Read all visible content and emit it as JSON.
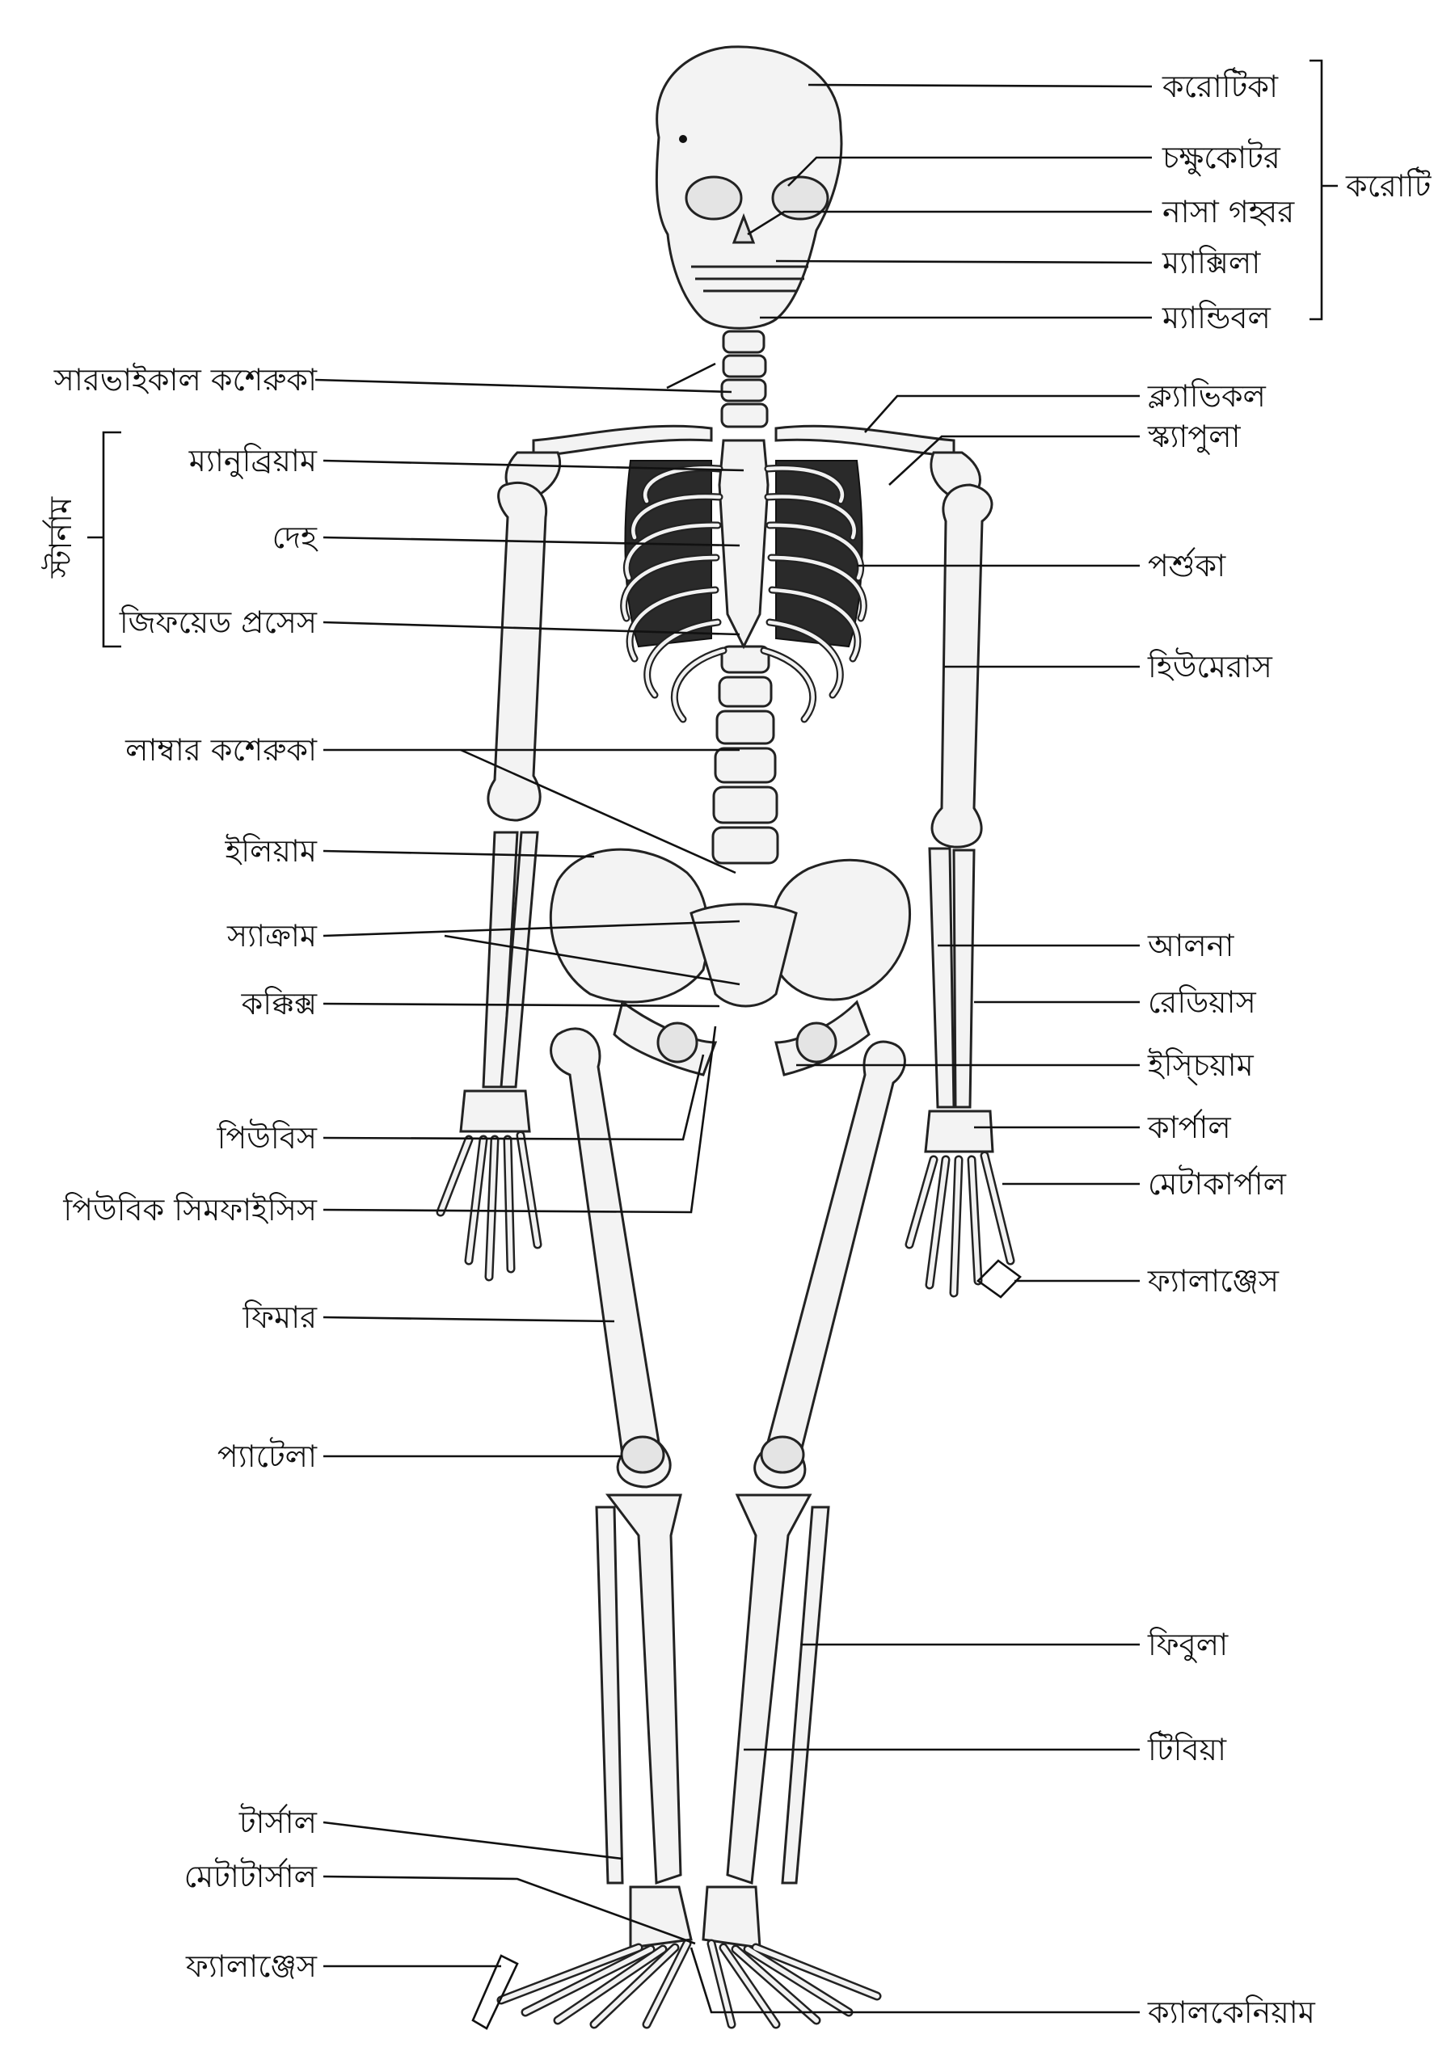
{
  "right_labels": {
    "cranium_part": "করোটিকা",
    "orbit": "চক্ষুকোটর",
    "nasal_cavity": "নাসা গহ্বর",
    "maxilla": "ম্যাক্সিলা",
    "mandible": "ম্যান্ডিবল",
    "clavicle": "ক্ল্যাভিকল",
    "scapula": "স্ক্যাপুলা",
    "ribs": "পর্শুকা",
    "humerus": "হিউমেরাস",
    "ulna": "আলনা",
    "radius": "রেডিয়াস",
    "ischium": "ইস্চিয়াম",
    "carpal": "কার্পাল",
    "metacarpal": "মেটাকার্পাল",
    "hand_phalanges": "ফ্যালাঞ্জেস",
    "fibula": "ফিবুলা",
    "tibia": "টিবিয়া",
    "calcaneum": "ক্যালকেনিয়াম"
  },
  "left_labels": {
    "cervical_vertebrae": "সারভাইকাল কশেরুকা",
    "manubrium": "ম্যানুব্রিয়াম",
    "body": "দেহ",
    "xiphoid": "জিফয়েড প্রসেস",
    "lumbar_vertebrae": "লাম্বার কশেরুকা",
    "ilium": "ইলিয়াম",
    "sacrum": "স্যাক্রাম",
    "coccyx": "কক্কিক্স",
    "pubis": "পিউবিস",
    "pubic_symphysis": "পিউবিক সিমফাইসিস",
    "femur": "ফিমার",
    "patella": "প্যাটেলা",
    "tarsal": "টার্সাল",
    "metatarsal": "মেটাটার্সাল",
    "foot_phalanges": "ফ্যালাঞ্জেস"
  },
  "groups": {
    "skull": "করোটি",
    "sternum": "স্টার্নাম"
  }
}
